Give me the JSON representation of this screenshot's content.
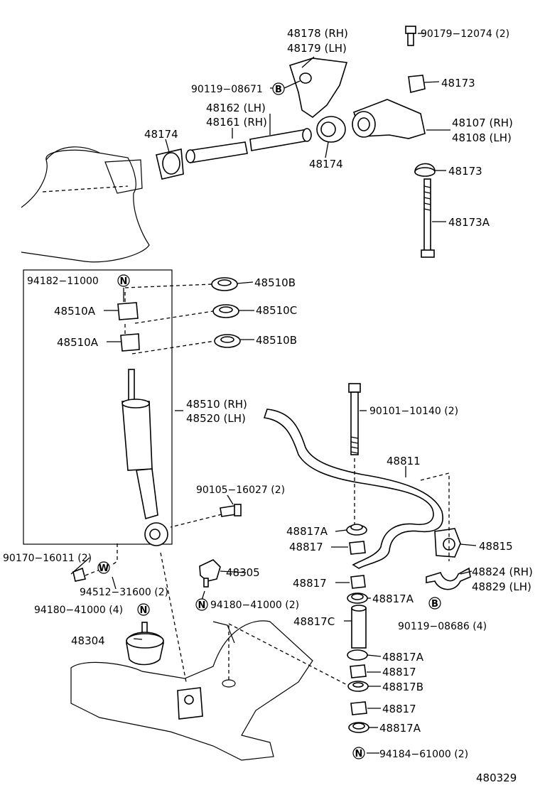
{
  "diagram_id": "480329",
  "labels": {
    "p48178": "48178 (RH)",
    "p48179": "48179 (LH)",
    "p90179": "90179−12074 (2)",
    "p90119a": "90119−08671",
    "p48173_top": "48173",
    "p48162": "48162 (LH)",
    "p48161": "48161 (RH)",
    "p48107": "48107 (RH)",
    "p48108": "48108 (LH)",
    "p48174_left": "48174",
    "p48174_right": "48174",
    "p48173_mid": "48173",
    "p48173A": "48173A",
    "p94182": "94182−11000",
    "p48510B_top": "48510B",
    "p48510A_top": "48510A",
    "p48510C": "48510C",
    "p48510A_bot": "48510A",
    "p48510B_bot": "48510B",
    "p48510": "48510 (RH)",
    "p48520": "48520 (LH)",
    "p90101": "90101−10140 (2)",
    "p48811": "48811",
    "p90105": "90105−16027 (2)",
    "p48817A_1": "48817A",
    "p48817_1": "48817",
    "p48815": "48815",
    "p90170": "90170−16011 (2)",
    "p48305": "48305",
    "p48824": "48824 (RH)",
    "p48829": "48829 (LH)",
    "p48817_2": "48817",
    "p48817A_2": "48817A",
    "p94512": "94512−31600 (2)",
    "p94180a": "94180−41000 (4)",
    "p94180b": "94180−41000 (2)",
    "p90119b": "90119−08686 (4)",
    "p48817C": "48817C",
    "p48304": "48304",
    "p48817A_3": "48817A",
    "p48817_3": "48817",
    "p48817B": "48817B",
    "p48817_4": "48817",
    "p48817A_4": "48817A",
    "p94184": "94184−61000 (2)"
  },
  "codes": {
    "b1": "B",
    "n1": "N",
    "w1": "W",
    "n2": "N",
    "n3": "N",
    "b2": "B",
    "n4": "N"
  }
}
